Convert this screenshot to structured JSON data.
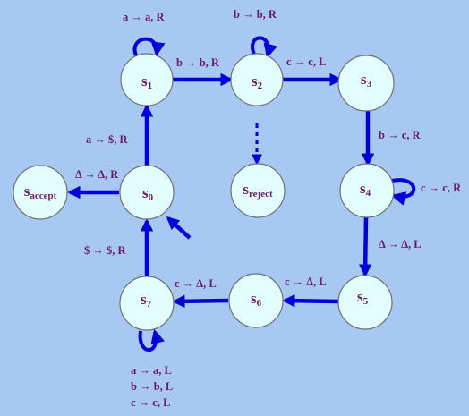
{
  "colors": {
    "background": "#a8c8f4",
    "state_fill": "#e2fffe",
    "edge": "#0000d8",
    "text": "#6b1a6b"
  },
  "states": [
    {
      "id": "s1",
      "base": "s",
      "sub": "1"
    },
    {
      "id": "s2",
      "base": "s",
      "sub": "2"
    },
    {
      "id": "s3",
      "base": "s",
      "sub": "3"
    },
    {
      "id": "s0",
      "base": "s",
      "sub": "0"
    },
    {
      "id": "s4",
      "base": "s",
      "sub": "4"
    },
    {
      "id": "accept",
      "base": "s",
      "sub": "accept"
    },
    {
      "id": "reject",
      "base": "s",
      "sub": "reject"
    },
    {
      "id": "s7",
      "base": "s",
      "sub": "7"
    },
    {
      "id": "s6",
      "base": "s",
      "sub": "6"
    },
    {
      "id": "s5",
      "base": "s",
      "sub": "5"
    }
  ],
  "transitions": [
    {
      "id": "s1-loop",
      "label": "a → a, R"
    },
    {
      "id": "s2-loop",
      "label": "b → b, R"
    },
    {
      "id": "s1-s2",
      "label": "b → b, R"
    },
    {
      "id": "s2-s3",
      "label": "c → c, L"
    },
    {
      "id": "s0-s1",
      "label": "a → $, R"
    },
    {
      "id": "s3-s4",
      "label": "b → c, R"
    },
    {
      "id": "s4-loop",
      "label": "c → c, R"
    },
    {
      "id": "s0-accept",
      "label": "Δ → Δ, R"
    },
    {
      "id": "s4-s5",
      "label": "Δ → Δ, L"
    },
    {
      "id": "s7-s0",
      "label": "$ → $, R"
    },
    {
      "id": "s6-s7",
      "label": "c → Δ, L"
    },
    {
      "id": "s5-s6",
      "label": "c → Δ, L"
    },
    {
      "id": "s7-loop-a",
      "label": "a → a, L"
    },
    {
      "id": "s7-loop-b",
      "label": "b → b, L"
    },
    {
      "id": "s7-loop-c",
      "label": "c → c, L"
    }
  ]
}
